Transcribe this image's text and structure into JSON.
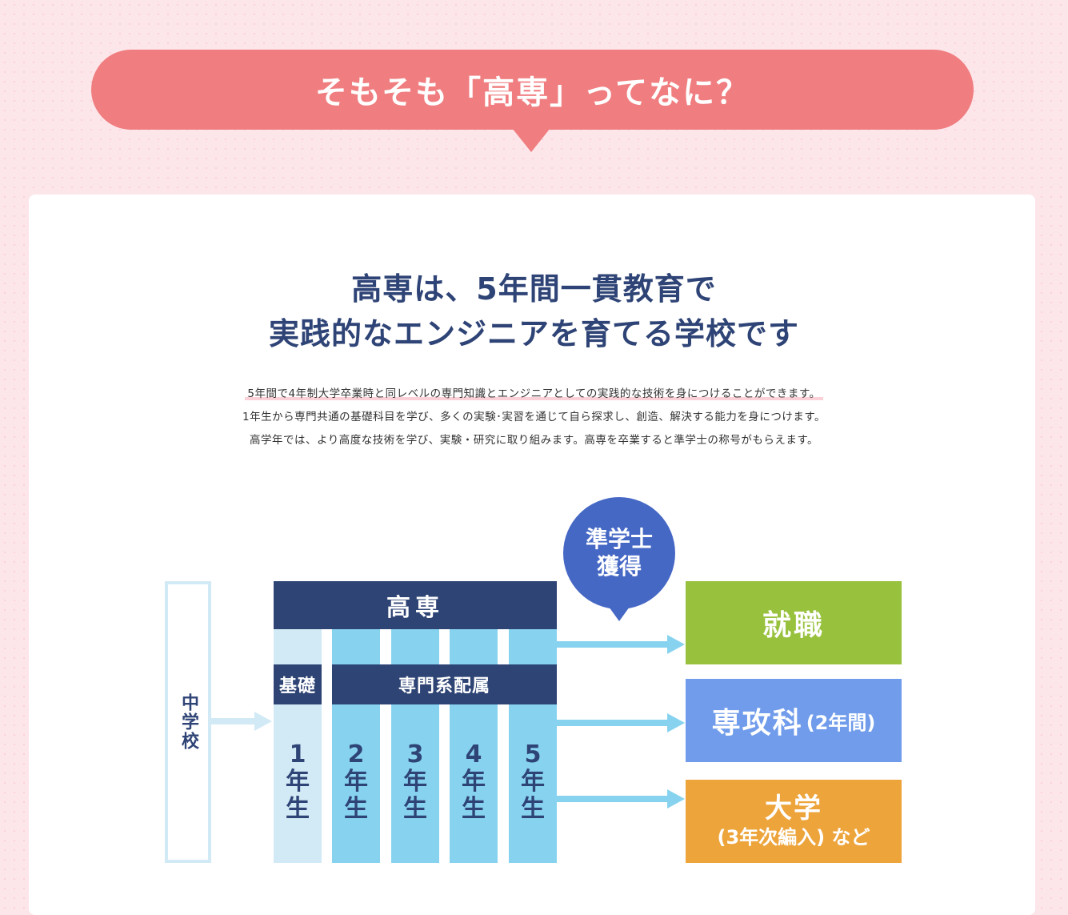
{
  "header": {
    "title": "そもそも「高専」ってなに？"
  },
  "headline": {
    "line1": "高専は、5年間一貫教育で",
    "line2": "実践的なエンジニアを育てる学校です"
  },
  "description": {
    "line1": "5年間で4年制大学卒業時と同レベルの専門知識とエンジニアとしての実践的な技術を身につけることができます。",
    "line2": "1年生から専門共通の基礎科目を学び、多くの実験･実習を通じて自ら探求し、創造、解決する能力を身につけます。",
    "line3": "高学年では、より高度な技術を学び、実験・研究に取り組みます。高専を卒業すると準学士の称号がもらえます。"
  },
  "diagram": {
    "junior_high": "中学校",
    "kosen": "高専",
    "foundation": "基礎",
    "specialty": "専門系配属",
    "years": [
      {
        "num": "1",
        "nen": "年",
        "sei": "生"
      },
      {
        "num": "2",
        "nen": "年",
        "sei": "生"
      },
      {
        "num": "3",
        "nen": "年",
        "sei": "生"
      },
      {
        "num": "4",
        "nen": "年",
        "sei": "生"
      },
      {
        "num": "5",
        "nen": "年",
        "sei": "生"
      }
    ],
    "degree": {
      "line1": "準学士",
      "line2": "獲得"
    },
    "destinations": {
      "employment": "就職",
      "advanced": {
        "main": "専攻科",
        "sub": "(2年間)"
      },
      "university": {
        "main": "大学",
        "sub": "(3年次編入) など"
      }
    },
    "colors": {
      "navy": "#2e4475",
      "light_blue": "#87d3ef",
      "pale_blue": "#d2eaf5",
      "green": "#98c13d",
      "blue": "#709ceb",
      "orange": "#eda43b",
      "circle": "#4668c5"
    }
  }
}
